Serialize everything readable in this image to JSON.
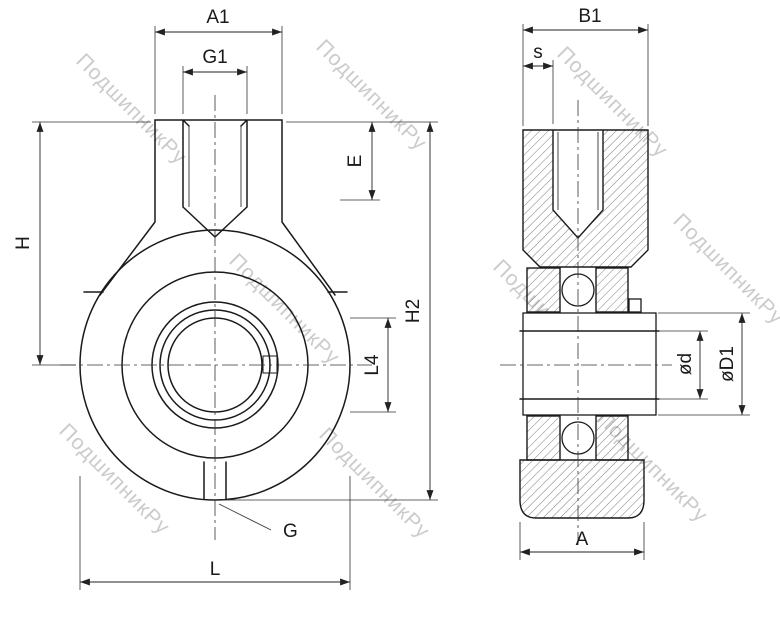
{
  "watermark": {
    "text": "ПодшипникРу"
  },
  "front_view": {
    "dims": {
      "a1": "A1",
      "g1": "G1",
      "e": "E",
      "h": "H",
      "h2": "H2",
      "l4": "L4",
      "l": "L",
      "g": "G"
    }
  },
  "side_view": {
    "dims": {
      "b1": "B1",
      "s": "s",
      "d": "ød",
      "d1": "øD1",
      "a": "A"
    }
  },
  "colors": {
    "line": "#1a1a1a",
    "dimension": "#222222",
    "watermark": "#c9c9c9",
    "background": "#ffffff"
  }
}
